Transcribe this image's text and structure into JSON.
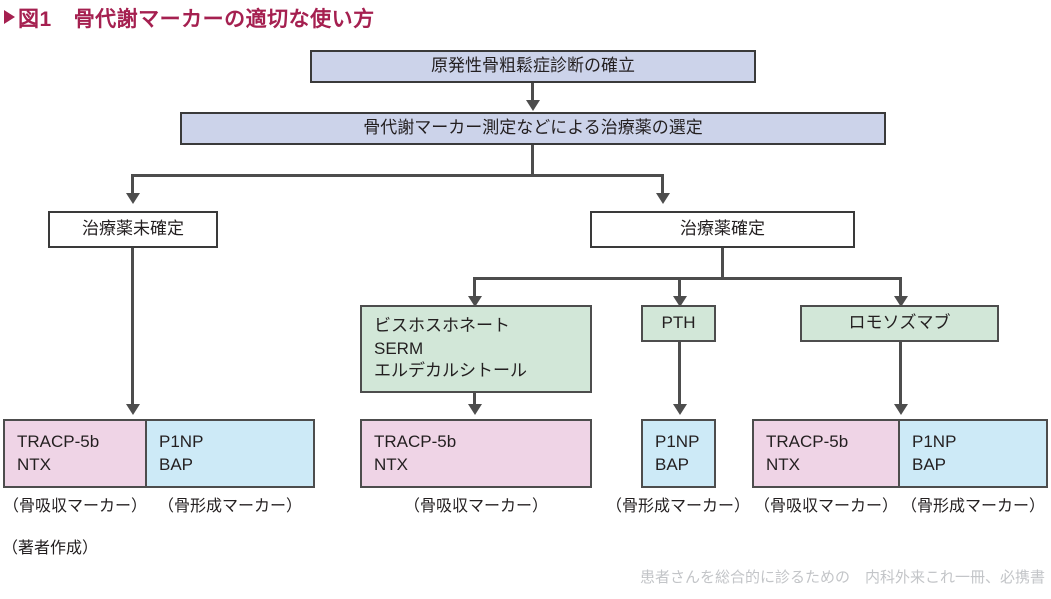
{
  "title": {
    "marker_icon": "triangle-right-icon",
    "figure_number": "図1",
    "text": "骨代謝マーカーの適切な使い方"
  },
  "flow": {
    "step1": {
      "label": "原発性骨粗鬆症診断の確立"
    },
    "step2": {
      "label": "骨代謝マーカー測定などによる治療薬の選定"
    },
    "branch_left": {
      "label": "治療薬未確定"
    },
    "branch_right": {
      "label": "治療薬確定"
    },
    "drugs": [
      {
        "label": "ビスホスホネート\nSERM\nエルデカルシトール"
      },
      {
        "label": "PTH"
      },
      {
        "label": "ロモソズマブ"
      }
    ],
    "markers": {
      "resorption_label": "TRACP-5b\nNTX",
      "formation_label": "P1NP\nBAP",
      "resorption_caption": "（骨吸収マーカー）",
      "formation_caption": "（骨形成マーカー）"
    }
  },
  "notes": {
    "source": "（著者作成）",
    "footer": "患者さんを総合的に診るための　内科外来これ一冊、必携書"
  },
  "colors": {
    "title": "#a52050",
    "step_box": "#ccd3ea",
    "drug_box": "#d2e7d8",
    "resorption_box": "#efd4e6",
    "formation_box": "#cdeaf7",
    "line": "#4d4d4d",
    "footer_text": "#c3c5c8"
  }
}
